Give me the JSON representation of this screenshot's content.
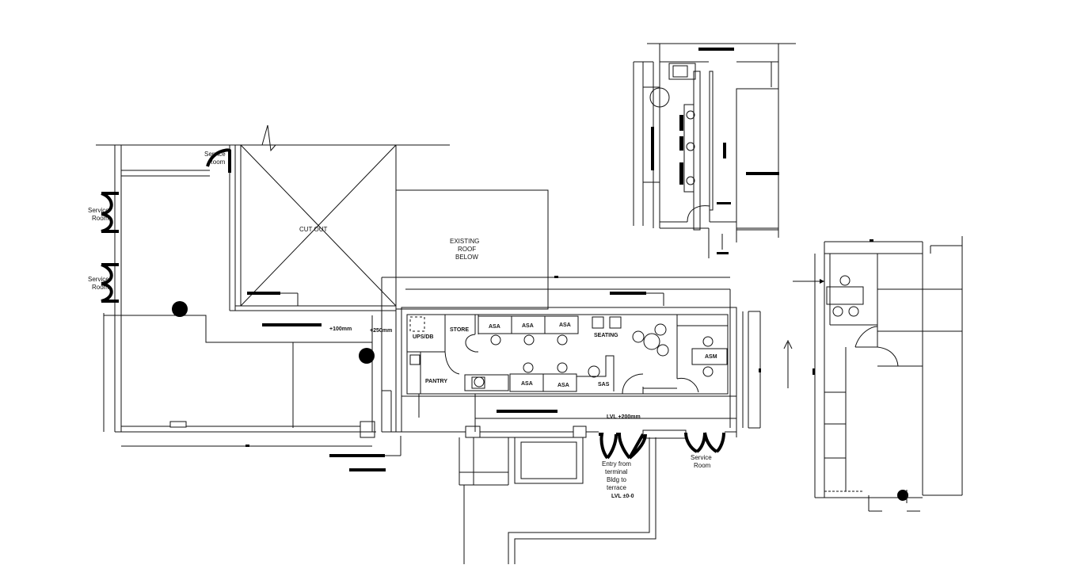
{
  "labels": {
    "service_room_1": "Service",
    "service_room_1b": "Room",
    "service_room_2": "Service",
    "service_room_2b": "Room",
    "service_room_3": "Service",
    "service_room_3b": "Room",
    "cut_out": "CUT OUT",
    "existing_roof_1": "EXISTING",
    "existing_roof_2": "ROOF",
    "existing_roof_3": "BELOW",
    "level_100": "+100mm",
    "level_250": "+250mm",
    "ups_db": "UPS/DB",
    "store": "STORE",
    "asa_1": "ASA",
    "asa_2": "ASA",
    "asa_3": "ASA",
    "asa_4": "ASA",
    "asa_5": "ASA",
    "seating": "SEATING",
    "asm": "ASM",
    "pantry": "PANTRY",
    "sas": "SAS",
    "lvl_200": "LVL +200mm",
    "entry_1": "Entry from",
    "entry_2": "terminal",
    "entry_3": "Bldg to",
    "entry_4": "terrace",
    "lvl_0": "LVL ±0-0",
    "service_room_4": "Service",
    "service_room_4b": "Room"
  },
  "colors": {
    "line": "#111111",
    "background": "#ffffff"
  }
}
